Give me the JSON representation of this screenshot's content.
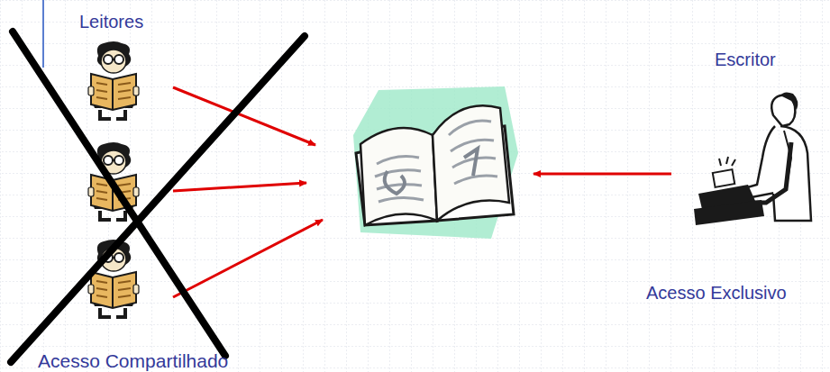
{
  "diagram": {
    "labels": [
      "Leitores",
      "Escritor",
      "Acesso Exclusivo",
      "Acesso Compartilhado"
    ]
  }
}
